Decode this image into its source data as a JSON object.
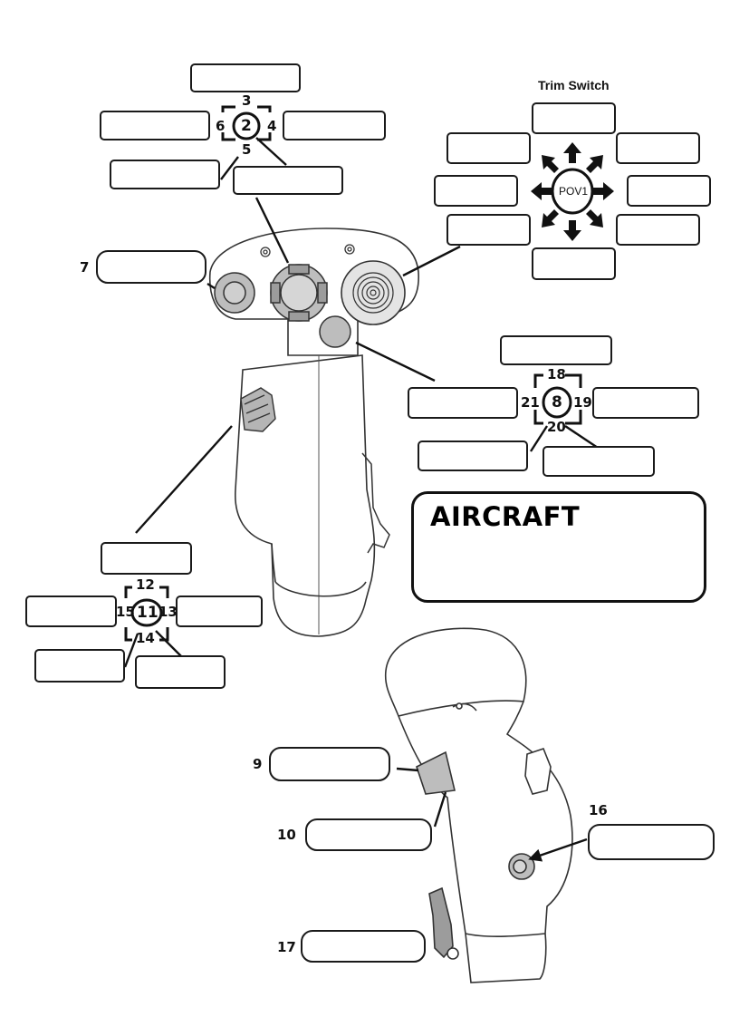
{
  "trim_switch_title": "Trim Switch",
  "pov_label": "POV1",
  "box_title": "AIRCRAFT",
  "hat1": {
    "up": "3",
    "center": "2",
    "right": "4",
    "down": "5",
    "left": "6"
  },
  "hat2": {
    "up": "18",
    "center": "8",
    "right": "19",
    "down": "20",
    "left": "21"
  },
  "hat3": {
    "up": "12",
    "center": "11",
    "right": "13",
    "down": "14",
    "left": "15"
  },
  "button_numbers": {
    "b7": "7",
    "b9": "9",
    "b10": "10",
    "b16": "16",
    "b17": "17"
  }
}
